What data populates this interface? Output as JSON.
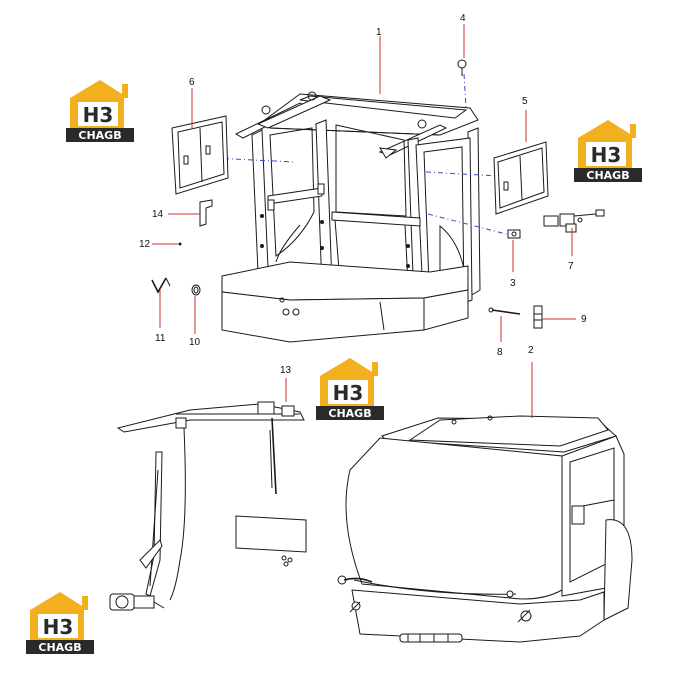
{
  "diagram": {
    "callouts": [
      {
        "id": "1",
        "label": "1"
      },
      {
        "id": "2",
        "label": "2"
      },
      {
        "id": "3",
        "label": "3"
      },
      {
        "id": "4",
        "label": "4"
      },
      {
        "id": "5",
        "label": "5"
      },
      {
        "id": "6",
        "label": "6"
      },
      {
        "id": "7",
        "label": "7"
      },
      {
        "id": "8",
        "label": "8"
      },
      {
        "id": "9",
        "label": "9"
      },
      {
        "id": "10",
        "label": "10"
      },
      {
        "id": "11",
        "label": "11"
      },
      {
        "id": "12",
        "label": "12"
      },
      {
        "id": "13",
        "label": "13"
      },
      {
        "id": "14",
        "label": "14"
      }
    ],
    "watermark": {
      "text": "CHAGB",
      "mark": "H3"
    },
    "colors": {
      "leader": "#d12b2b",
      "line": "#1a1a1a",
      "hidden": "#3a4bb8",
      "logo_gold": "#f2b01e",
      "logo_dark": "#2a2a2a"
    }
  }
}
